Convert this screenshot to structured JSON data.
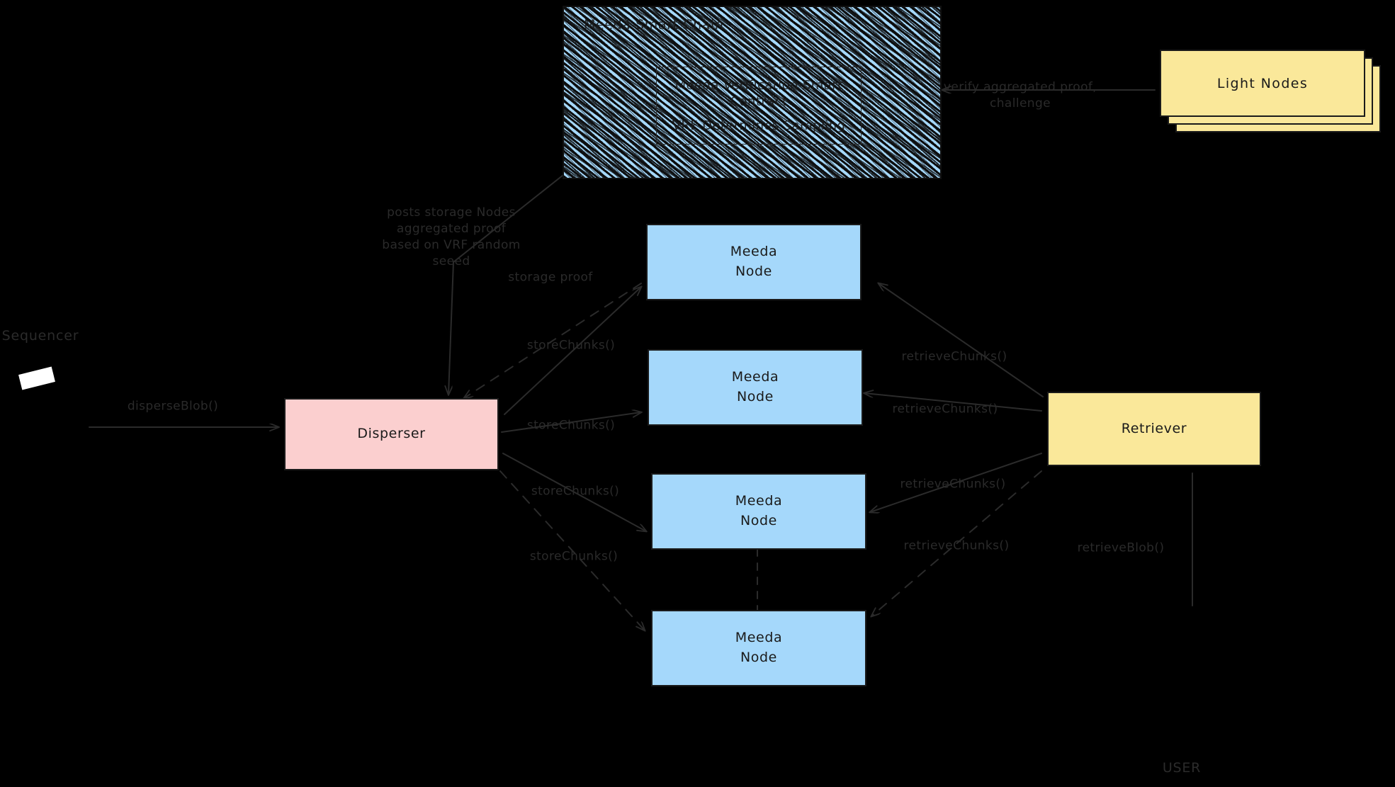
{
  "diagram": {
    "title_label": "Sequencer",
    "user_label": "USER",
    "contract": {
      "outer_title": "Meeda Smart Chain",
      "inner_line1": "Meeda Verification Smart\nContract",
      "inner_line2": "VRF Determines Sampling"
    },
    "light_nodes": {
      "label": "Light Nodes"
    },
    "disperser": {
      "label": "Disperser"
    },
    "retriever": {
      "label": "Retriever"
    },
    "meeda_nodes": [
      {
        "label": "Meeda\nNode"
      },
      {
        "label": "Meeda\nNode"
      },
      {
        "label": "Meeda\nNode"
      },
      {
        "label": "Meeda\nNode"
      }
    ],
    "edges": [
      {
        "id": "disperse-blob",
        "label": "disperseBlob()"
      },
      {
        "id": "posts-proof",
        "label": "posts storage Nodes\naggregated proof\nbased on VRF random\nseeed"
      },
      {
        "id": "storage-proof",
        "label": "storage proof"
      },
      {
        "id": "store-chunks-1",
        "label": "storeChunks()"
      },
      {
        "id": "store-chunks-2",
        "label": "storeChunks()"
      },
      {
        "id": "store-chunks-3",
        "label": "storeChunks()"
      },
      {
        "id": "store-chunks-4",
        "label": "storeChunks()"
      },
      {
        "id": "retrieve-chunks-1",
        "label": "retrieveChunks()"
      },
      {
        "id": "retrieve-chunks-2",
        "label": "retrieveChunks()"
      },
      {
        "id": "retrieve-chunks-3",
        "label": "retrieveChunks()"
      },
      {
        "id": "retrieve-chunks-4",
        "label": "retrieveChunks()"
      },
      {
        "id": "verify-aggregated",
        "label": "verify aggregated proof,\nchallenge"
      },
      {
        "id": "retrieve-blob",
        "label": "retrieveBlob()"
      }
    ],
    "colors": {
      "background": "#000000",
      "node_blue": "#a5d8fb",
      "node_pink": "#fbcfcf",
      "node_yellow": "#fae89a",
      "stroke": "#1a1a1a",
      "label_text": "#2b2b2b"
    }
  }
}
